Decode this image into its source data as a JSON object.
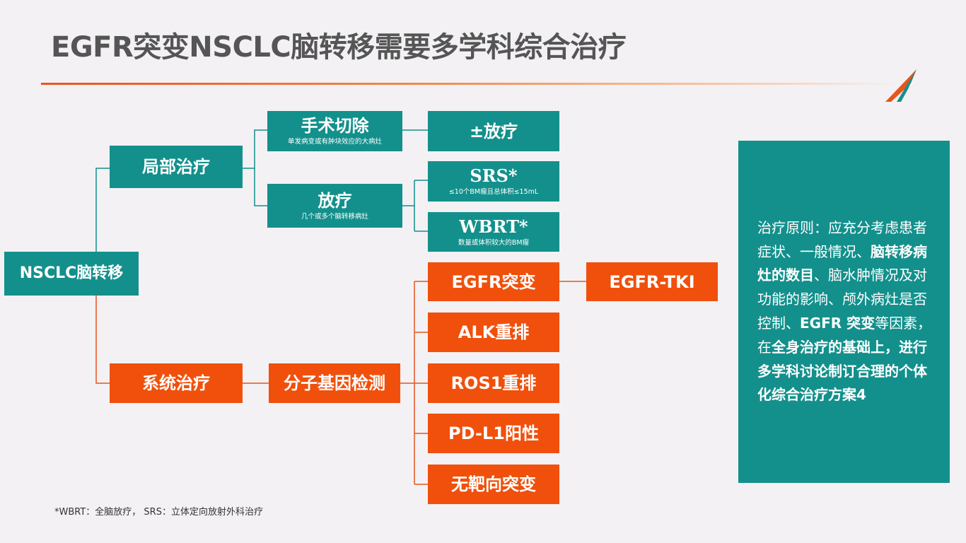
{
  "title": "EGFR突变NSCLC脑转移需要多学科综合治疗",
  "colors": {
    "teal": "#13908c",
    "orange": "#f0500c",
    "title": "#555555",
    "line": "#e8541d"
  },
  "nodes": {
    "root": {
      "label": "NSCLC脑转移"
    },
    "local": {
      "label": "局部治疗"
    },
    "systemic": {
      "label": "系统治疗"
    },
    "surgery": {
      "label": "手术切除",
      "sub": "单发病变或有肿块效应的大病灶"
    },
    "radiotherapy": {
      "label": "放疗",
      "sub": "几个或多个脑转移病灶"
    },
    "post_surgery": {
      "label": "±放疗"
    },
    "srs": {
      "label": "SRS*",
      "sub": "≤10个BM瘤且总体积≤15mL"
    },
    "wbrt": {
      "label": "WBRT*",
      "sub": "数量或体积较大的BM瘤"
    },
    "molecular": {
      "label": "分子基因检测"
    },
    "egfr": {
      "label": "EGFR突变"
    },
    "alk": {
      "label": "ALK重排"
    },
    "ros1": {
      "label": "ROS1重排"
    },
    "pdl1": {
      "label": "PD-L1阳性"
    },
    "none": {
      "label": "无靶向突变"
    },
    "egfr_tki": {
      "label": "EGFR-TKI"
    }
  },
  "principle": {
    "p1": "治疗原则：应充分考虑患者症状、一般情况、",
    "b1": "脑转移病灶的数目",
    "p2": "、脑水肿情况及对功能的影响、颅外病灶是否控制、",
    "b2": "EGFR 突变",
    "p3": "等因素，在",
    "b3": "全身治疗的基础上，进行多学科讨论制订合理的个体化综合治疗方案4"
  },
  "footnote": "*WBRT：全脑放疗， SRS：立体定向放射外科治疗"
}
